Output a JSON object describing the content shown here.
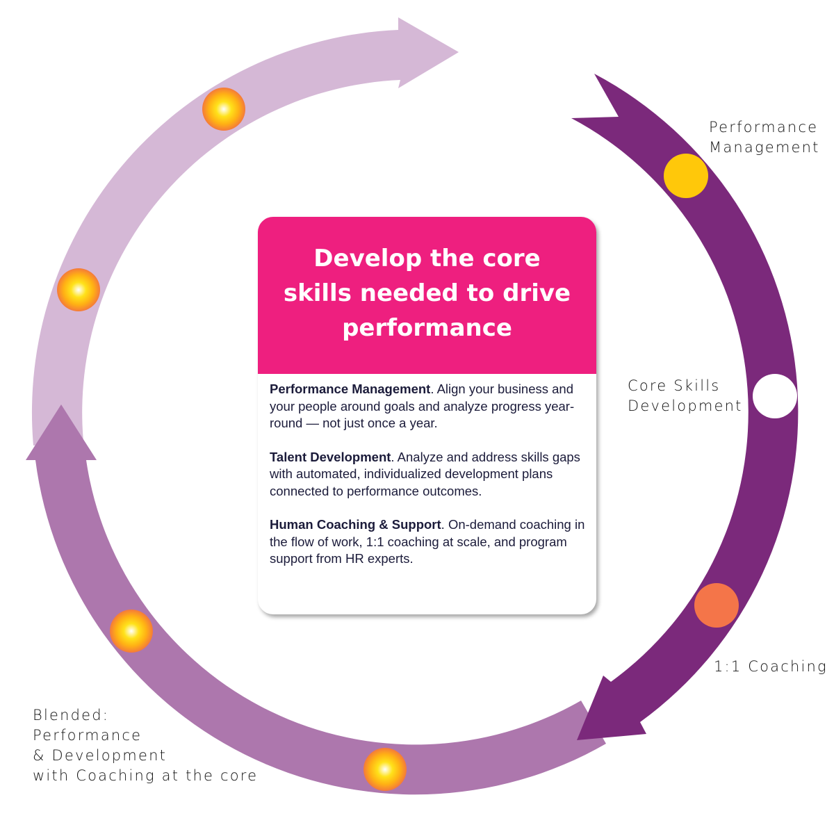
{
  "card": {
    "title": "Develop the core skills needed to drive performance",
    "items": [
      {
        "term": "Performance Management",
        "text": ". Align your business and your people around goals and analyze progress year-round — not just once a year."
      },
      {
        "term": "Talent Development",
        "text": ". Analyze and address skills gaps with automated, individualized development plans connected to performance outcomes."
      },
      {
        "term": "Human Coaching & Support",
        "text": ". On-demand coaching in the flow of work, 1:1 coaching at scale, and program support from HR experts."
      }
    ]
  },
  "labels": {
    "performance_management": [
      "Performance",
      "Management"
    ],
    "core_skills": [
      "Core Skills",
      "Development"
    ],
    "coaching": "1:1 Coaching",
    "blended": [
      "Blended:",
      "Performance",
      "& Development",
      "with Coaching at the core"
    ]
  },
  "colors": {
    "light_arrow": "#D5B8D6",
    "medium_arrow": "#AD77AD",
    "dark_arrow": "#7B297B",
    "card_header": "#EE1F7F",
    "dot_yellow": "#FFC80A",
    "dot_white": "#FFFFFF",
    "dot_orange": "#F47549"
  }
}
